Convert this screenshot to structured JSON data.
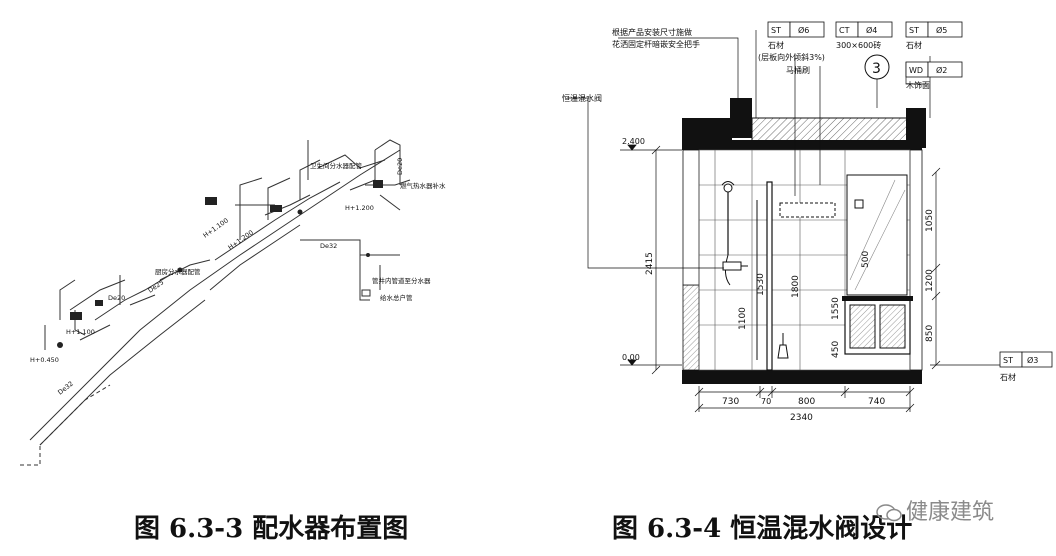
{
  "left_figure": {
    "caption": "图 6.3-3  配水器布置图",
    "labels": {
      "h1100_a": "H+1.100",
      "h1200_a": "H+1.200",
      "h1200_b": "H+1.200",
      "h1100_b": "H+1.100",
      "h0450": "H+0.450",
      "dn20_a": "De20",
      "dn20_b": "De20",
      "dn25": "De25",
      "dn32_a": "De32",
      "dn32_b": "De32",
      "note_a": "卫生间分水器配管",
      "note_b": "厨房分水器配管",
      "note_c": "燃气热水器补水",
      "note_d": "管井内管道至分水器",
      "note_e": "给水总户管"
    }
  },
  "right_figure": {
    "caption": "图 6.3-4  恒温混水阀设计",
    "annotation_top": [
      "根据产品安装尺寸施做",
      "花洒固定杆暗嵌安全把手"
    ],
    "valve_label": "恒温混水阀",
    "tags": [
      {
        "code": "ST",
        "num": "Ø6",
        "desc": "石材",
        "desc2": "(层板向外倾斜3%)"
      },
      {
        "code": "CT",
        "num": "Ø4",
        "desc": "300×600砖",
        "desc2": ""
      },
      {
        "code": "ST",
        "num": "Ø5",
        "desc": "石材",
        "desc2": ""
      },
      {
        "code": "WD",
        "num": "Ø2",
        "desc": "木饰面",
        "desc2": ""
      },
      {
        "code": "ST",
        "num": "Ø3",
        "desc": "石材",
        "desc2": ""
      }
    ],
    "drain_note": "马桶刷",
    "circle_number": "3",
    "level_top": "2.400",
    "level_bottom": "0.00",
    "dims_left": [
      "2415"
    ],
    "dims_right": [
      "1050",
      "1200",
      "850"
    ],
    "dims_inner": [
      "1530",
      "1800",
      "1100",
      "1550",
      "450",
      "500"
    ],
    "dims_bottom": [
      "730",
      "70",
      "800",
      "740"
    ],
    "dim_total": "2340"
  },
  "watermark": "健康建筑"
}
